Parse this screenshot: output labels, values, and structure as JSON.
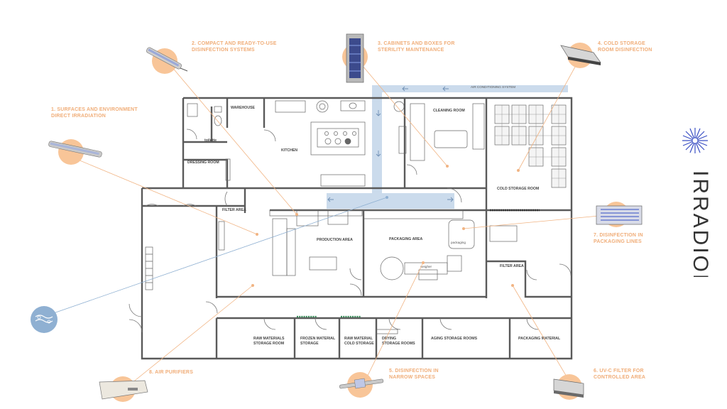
{
  "callouts": {
    "c1": [
      "1. SURFACES AND ENVIRONMENT",
      "DIRECT IRRADIATION"
    ],
    "c2": [
      "2. COMPACT AND READY-TO-USE",
      "DISINFECTION SYSTEMS"
    ],
    "c3": [
      "3. CABINETS AND BOXES FOR",
      "STERILITY MAINTENANCE"
    ],
    "c4": [
      "4. COLD STORAGE",
      "ROOM DISINFECTION"
    ],
    "c5": [
      "5. DISINFECTION IN",
      "NARROW SPACES"
    ],
    "c6": [
      "6. UV-C FILTER FOR",
      "CONTROLLED AREA"
    ],
    "c7": [
      "7. DISINFECTION IN",
      "PACKAGING LINES"
    ],
    "c8": [
      "8. AIR PURIFIERS"
    ]
  },
  "rooms": {
    "warehouse": "WAREHOUSE",
    "toilette": "toilette",
    "dressing_room": "DRESSING ROOM",
    "kitchen": "KITCHEN",
    "cleaning_room": "CLEANING ROOM",
    "cold_storage_room": "COLD STORAGE ROOM",
    "filter_area_left": "FILTER AREA",
    "filter_area_right": "FILTER AREA",
    "production_area": "PRODUCTION AREA",
    "packaging_area": "PACKAGING AREA",
    "packaging_machine": "packaging",
    "weigher": "weigher",
    "raw_materials_storage": [
      "RAW MATERIALS",
      "STORAGE ROOM"
    ],
    "frozen_material_storage": [
      "FROZEN MATERIAL",
      "STORAGE"
    ],
    "raw_material_cold_storage": [
      "RAW MATERIAL",
      "COLD STORAGE"
    ],
    "drying_storage": [
      "DRYING",
      "STORAGE ROOMS"
    ],
    "aging_storage": "AGING STORAGE ROOMS",
    "packaging_material": "PACKAGING MATERIAL"
  },
  "air_system_label": "AIR CONDITIONING SYSTEM",
  "brand": {
    "name": "IRRADION"
  },
  "colors": {
    "accent": "#f0ad78",
    "accent_circle": "#f8c598",
    "wall": "#555555",
    "duct": "#b9cfe6",
    "air_icon": "#8fb0d2"
  }
}
